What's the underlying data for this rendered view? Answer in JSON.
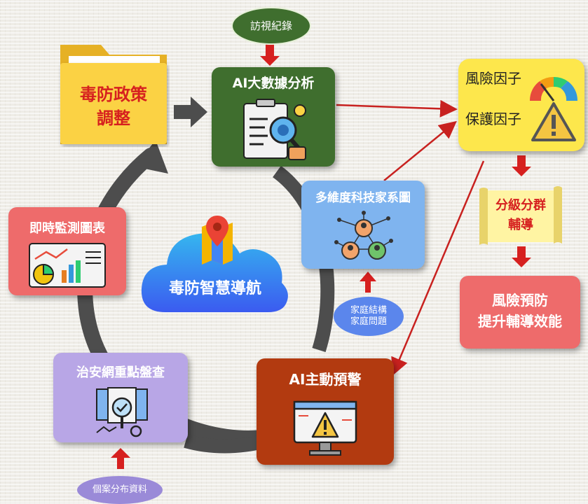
{
  "nodes": {
    "visit_record": "訪視紀錄",
    "policy_line1": "毒防政策",
    "policy_line2": "調整",
    "ai_analysis": "AI大數據分析",
    "risk_factor": "風險因子",
    "protect_factor": "保護因子",
    "grading_line1": "分級分群",
    "grading_line2": "輔導",
    "prevention_line1": "風險預防",
    "prevention_line2": "提升輔導效能",
    "family_map": "多維度科技家系圖",
    "family_structure_line1": "家庭結構",
    "family_structure_line2": "家庭問題",
    "realtime_chart": "即時監測圖表",
    "center_label": "毒防智慧導航",
    "security_check": "治安網重點盤查",
    "ai_alert": "AI主動預警",
    "case_data": "個案分布資料"
  },
  "colors": {
    "green_dark": "#3f6e2e",
    "yellow": "#fde74c",
    "folder": "#f5c83a",
    "red_arrow": "#d6201f",
    "dark_red_box": "#b23a10",
    "pink_box": "#ee6b6b",
    "blue_box": "#7fb4ef",
    "purple_box": "#b8a6e6",
    "cycle_gray": "#4d4d4d",
    "cloud_blue": "#3b7cf0"
  },
  "icons": [
    "folder-icon",
    "data-analysis-icon",
    "gauge-warning-icon",
    "scroll-banner",
    "network-people-icon",
    "chart-dashboard-icon",
    "map-pin-icon",
    "search-document-icon",
    "warning-monitor-icon"
  ]
}
